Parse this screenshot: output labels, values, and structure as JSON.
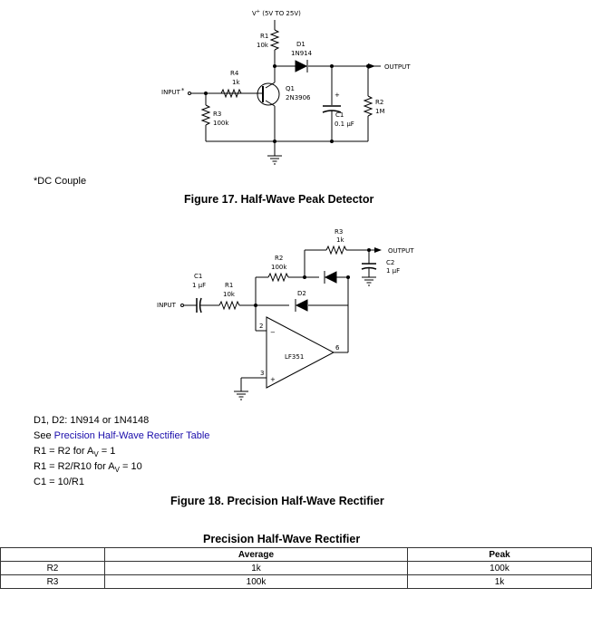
{
  "fig17": {
    "labels": {
      "vplus": "V",
      "vplus_sup": "+",
      "vplus_range": " (5V TO 25V)",
      "r1_name": "R1",
      "r1_val": "10k",
      "d1_name": "D1",
      "d1_val": "1N914",
      "r4_name": "R4",
      "r4_val": "1k",
      "q1_name": "Q1",
      "q1_val": "2N3906",
      "input": "INPUT",
      "input_star": "*",
      "r3_name": "R3",
      "r3_val": "100k",
      "c1_name": "C1",
      "c1_val": "0.1 µF",
      "c1_plus": "+",
      "r2_name": "R2",
      "r2_val": "1M",
      "output": "OUTPUT"
    },
    "footnote": "*DC Couple",
    "caption": "Figure 17.  Half-Wave Peak Detector"
  },
  "fig18": {
    "labels": {
      "r3_name": "R3",
      "r3_val": "1k",
      "output": "OUTPUT",
      "c2_name": "C2",
      "c2_val": "1 µF",
      "r2_name": "R2",
      "r2_val": "100k",
      "c1_name": "C1",
      "c1_val": "1 µF",
      "r1_name": "R1",
      "r1_val": "10k",
      "d2_name": "D2",
      "input": "INPUT",
      "pin2": "2",
      "pin3": "3",
      "pin6": "6",
      "minus": "−",
      "plus": "+",
      "opamp": "LF351"
    },
    "notes": {
      "diodes": "D1, D2: 1N914 or 1N4148",
      "see_prefix": "See ",
      "see_link": "Precision Half-Wave Rectifier Table",
      "r1_eq_r2_prefix": "R1 = R2 for A",
      "r1_eq_r2_sub": "V",
      "r1_eq_r2_suffix": " = 1",
      "r1_eq_r2_10_prefix": "R1 = R2/R10 for A",
      "r1_eq_r2_10_sub": "V",
      "r1_eq_r2_10_suffix": " = 10",
      "c1_eq": "C1 = 10/R1"
    },
    "caption": "Figure 18.  Precision Half-Wave Rectifier"
  },
  "table": {
    "title": "Precision Half-Wave Rectifier",
    "headers": [
      "",
      "Average",
      "Peak"
    ],
    "rows": [
      [
        "R2",
        "1k",
        "100k"
      ],
      [
        "R3",
        "100k",
        "1k"
      ]
    ]
  }
}
